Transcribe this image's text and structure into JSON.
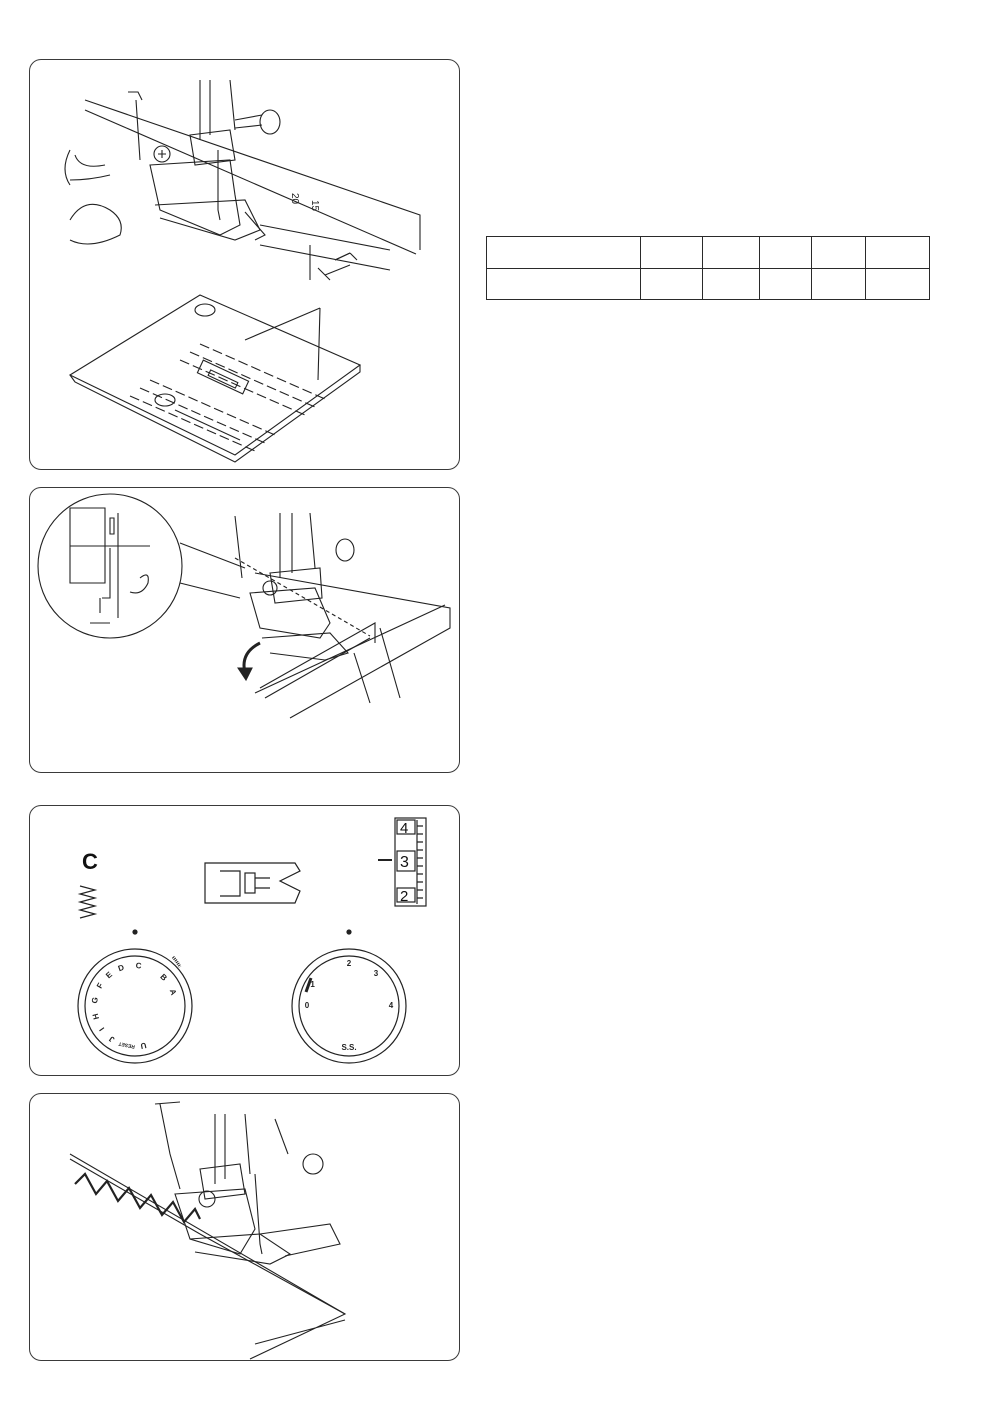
{
  "figures": {
    "dial_pattern": {
      "letters": [
        "C",
        "D",
        "E",
        "F",
        "G",
        "H",
        "I",
        "J",
        "RESET",
        "U",
        "A",
        "B"
      ]
    },
    "dial_length": {
      "labels": [
        "0",
        "1",
        "2",
        "3",
        "4",
        "S.S."
      ]
    },
    "pattern_letter": "C",
    "tension_scale": [
      "4",
      "3",
      "2"
    ],
    "tension_selected": "3",
    "plate_scale_label_20": "20",
    "plate_scale_label_15": "15"
  },
  "table": {
    "rows": 2,
    "columns": 6,
    "cells": [
      [
        "",
        "",
        "",
        "",
        "",
        ""
      ],
      [
        "",
        "",
        "",
        "",
        "",
        ""
      ]
    ]
  }
}
